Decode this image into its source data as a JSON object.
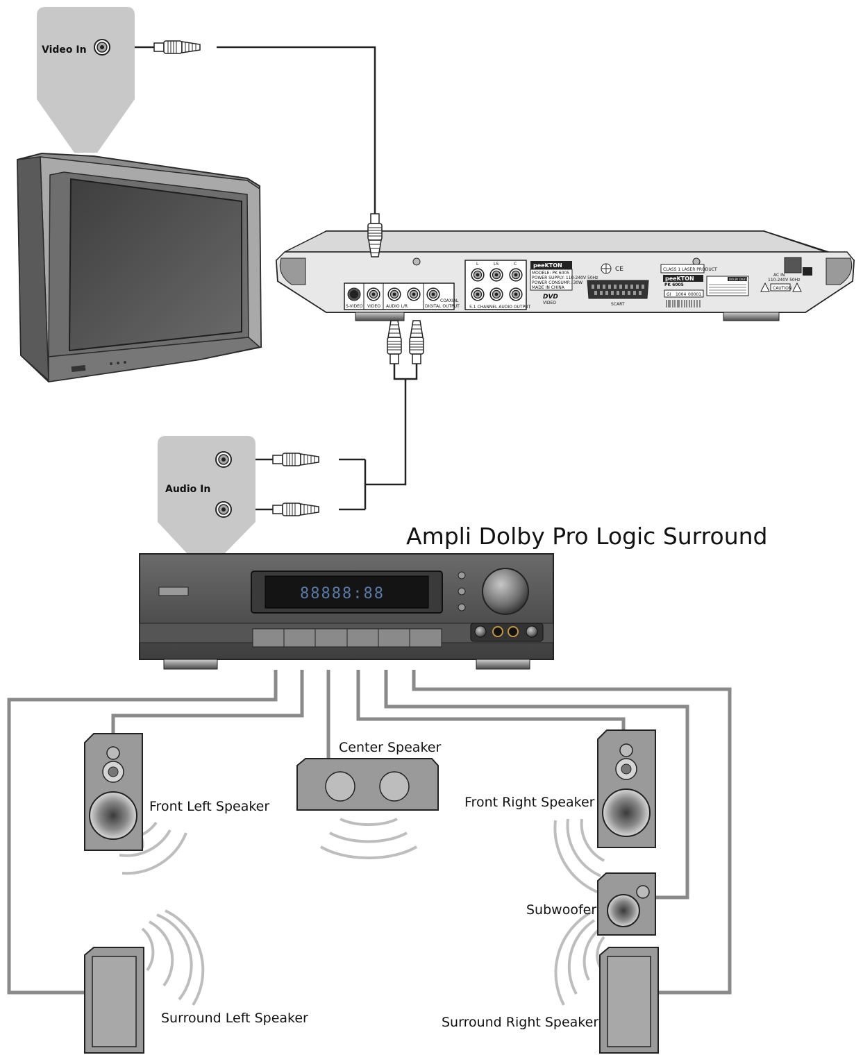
{
  "diagram": {
    "title": "Ampli Dolby Pro Logic Surround",
    "tv_input_label": "Video In",
    "amp_input_label": "Audio In",
    "speakers": {
      "center": "Center Speaker",
      "front_left": "Front Left Speaker",
      "front_right": "Front Right Speaker",
      "subwoofer": "Subwoofer",
      "surround_left": "Surround Left Speaker",
      "surround_right": "Surround Right Speaker"
    },
    "dvd_player_panel": {
      "brand": "peeKTON",
      "model_line": "MODELE: PK 6005",
      "power_line": "POWER SUPPLY: 110-240V 50Hz",
      "consumption_line": "POWER CONSUMP.: 30W",
      "origin_line": "MADE IN CHINA",
      "laser_line": "CLASS 1 LASER PRODUCT",
      "serial_model": "PK 6005",
      "serial_code": "GI",
      "serial_number_1": "1004",
      "serial_number_2": "00001",
      "jack_labels": [
        "S-VIDEO",
        "VIDEO",
        "AUDIO L/R",
        "DIGITAL OUTPUT"
      ],
      "coaxial_label": "COAXIAL",
      "channel_output_label": "5.1 CHANNEL AUDIO OUTPUT",
      "channel_top_labels": [
        "L",
        "LS",
        "C"
      ],
      "scart_label": "SCART",
      "dvd_logo": "DVD",
      "dvd_logo_sub": "VIDEO",
      "ce_mark": "CE",
      "ac_in_label": "AC IN",
      "ac_in_rating": "110-240V 50Hz",
      "caution_label": "CAUTION",
      "dolby_label": "DOLBY DIGITAL"
    },
    "amp_display": "88888:88"
  }
}
